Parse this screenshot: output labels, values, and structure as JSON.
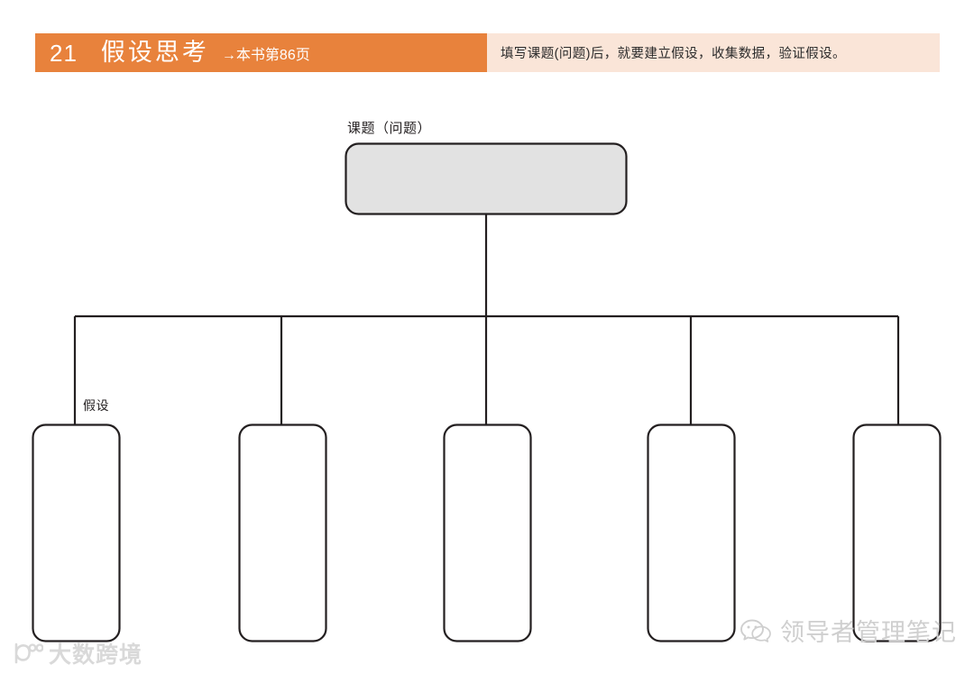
{
  "header": {
    "number": "21",
    "title": "假设思考",
    "reference": "→本书第86页",
    "note": "填写课题(问题)后，就要建立假设，收集数据，验证假设。",
    "band_color": "#E8823C",
    "note_band_color": "#FAE5D8"
  },
  "diagram": {
    "type": "tree",
    "root": {
      "label": "课题（问题）",
      "value": "",
      "fill_color": "#E2E2E2",
      "stroke_color": "#231f20"
    },
    "branch_label": "假设",
    "branches": [
      {
        "value": "",
        "fill_color": "#FFFFFF",
        "stroke_color": "#231f20"
      },
      {
        "value": "",
        "fill_color": "#FFFFFF",
        "stroke_color": "#231f20"
      },
      {
        "value": "",
        "fill_color": "#FFFFFF",
        "stroke_color": "#231f20"
      },
      {
        "value": "",
        "fill_color": "#FFFFFF",
        "stroke_color": "#231f20"
      },
      {
        "value": "",
        "fill_color": "#FFFFFF",
        "stroke_color": "#231f20"
      }
    ]
  },
  "watermarks": {
    "bottom_left": {
      "icon": "dashu-logo-icon",
      "text": "大数跨境"
    },
    "bottom_right": {
      "icon": "wechat-icon",
      "text": "领导者管理笔记"
    }
  }
}
